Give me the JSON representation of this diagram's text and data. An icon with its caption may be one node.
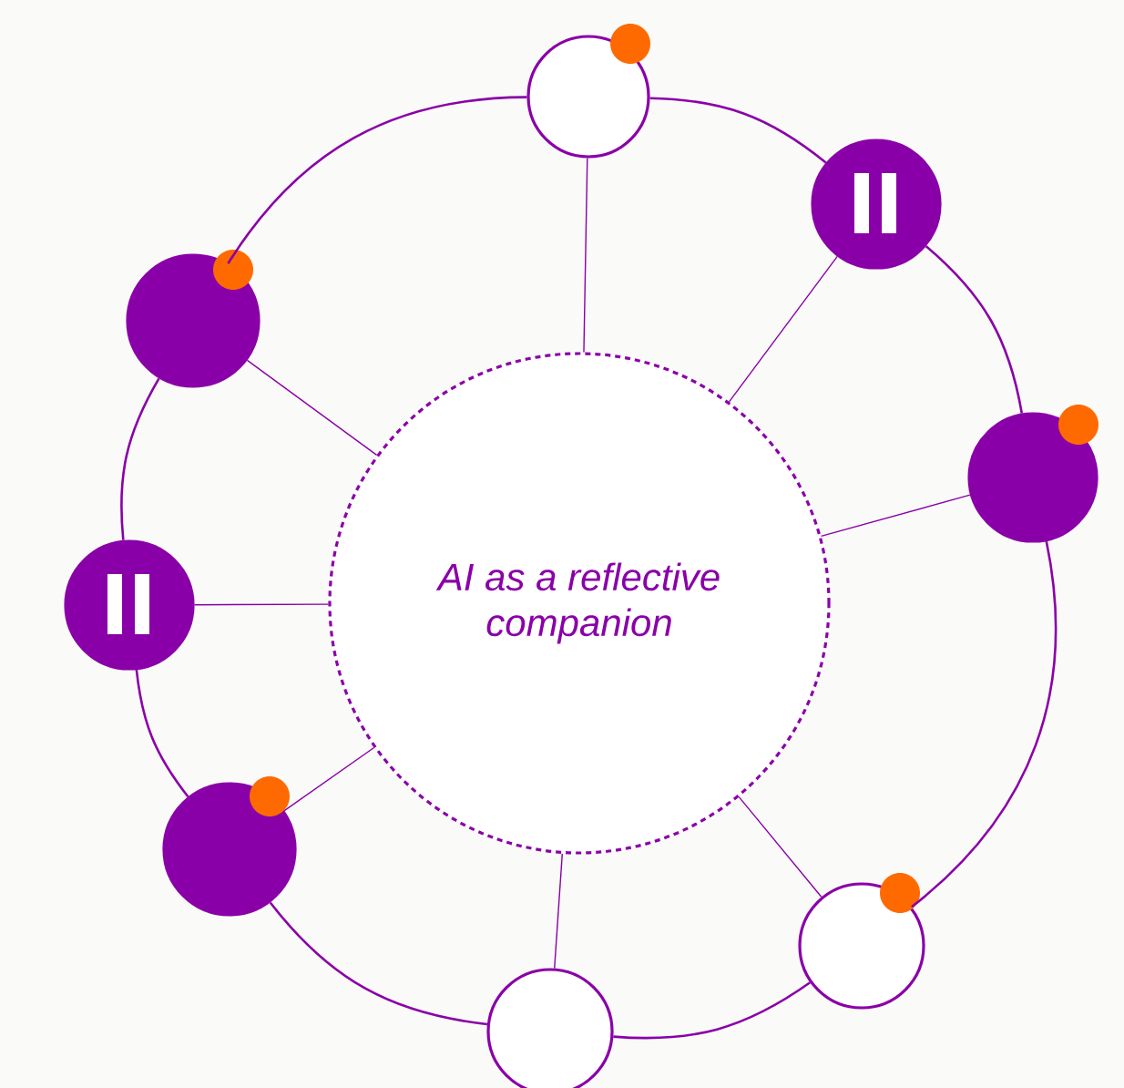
{
  "diagram": {
    "nodes": [
      {
        "text": [
          "AI as a reflective companion"
        ]
      },
      {
        "text": [],
        "shape": "circle"
      },
      {
        "text": [],
        "shape": "circle"
      },
      {
        "text": [],
        "shape": "circle"
      },
      {
        "text": [],
        "shape": "circle"
      },
      {
        "text": [],
        "shape": "circle"
      },
      {
        "text": [],
        "shape": "circle"
      },
      {
        "text": [],
        "shape": "circle"
      },
      {
        "text": [],
        "shape": "circle"
      }
    ],
    "edges": [
      {
        "from": 0,
        "to": 1,
        "arrow": "none"
      },
      {
        "from": 0,
        "to": 2,
        "arrow": "none"
      },
      {
        "from": 0,
        "to": 3,
        "arrow": "none"
      },
      {
        "from": 0,
        "to": 4,
        "arrow": "none"
      },
      {
        "from": 0,
        "to": 5,
        "arrow": "none"
      },
      {
        "from": 0,
        "to": 6,
        "arrow": "none"
      },
      {
        "from": 0,
        "to": 7,
        "arrow": "none"
      },
      {
        "from": 0,
        "to": 8,
        "arrow": "none"
      },
      {
        "from": 1,
        "to": 2,
        "arrow": "none"
      },
      {
        "from": 2,
        "to": 4,
        "arrow": "none"
      },
      {
        "from": 4,
        "to": 7,
        "arrow": "none"
      },
      {
        "from": 7,
        "to": 8,
        "arrow": "none"
      },
      {
        "from": 8,
        "to": 6,
        "arrow": "none"
      },
      {
        "from": 6,
        "to": 5,
        "arrow": "none"
      },
      {
        "from": 5,
        "to": 3,
        "arrow": "none"
      },
      {
        "from": 3,
        "to": 1,
        "arrow": "none"
      }
    ]
  }
}
